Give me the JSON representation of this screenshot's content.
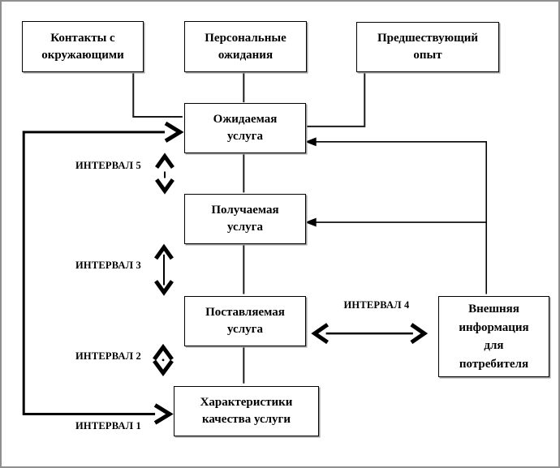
{
  "boxes": {
    "contacts": "Контакты с\nокружающими",
    "personal": "Персональные\nожидания",
    "previous": "Предшествующий\nопыт",
    "expected": "Ожидаемая\nуслуга",
    "received": "Получаемая\nуслуга",
    "delivered": "Поставляемая\nуслуга",
    "characteristics": "Характеристики\nкачества услуги",
    "external": "Внешняя\nинформация\nдля\nпотребителя"
  },
  "gaps": [
    {
      "label": "ИНТЕРВАЛ 5",
      "between": [
        "Ожидаемая услуга",
        "Получаемая услуга"
      ]
    },
    {
      "label": "ИНТЕРВАЛ 3",
      "between": [
        "Получаемая услуга",
        "Поставляемая услуга"
      ]
    },
    {
      "label": "ИНТЕРВАЛ 2",
      "between": [
        "Поставляемая услуга",
        "Характеристики качества услуги"
      ]
    },
    {
      "label": "ИНТЕРВАЛ 1",
      "between": [
        "Характеристики качества услуги",
        "Ожидаемая услуга"
      ]
    },
    {
      "label": "ИНТЕРВАЛ 4",
      "between": [
        "Поставляемая услуга",
        "Внешняя информация для потребителя"
      ]
    }
  ],
  "edges": [
    {
      "from": "contacts",
      "to": "expected",
      "type": "line"
    },
    {
      "from": "personal",
      "to": "expected",
      "type": "line"
    },
    {
      "from": "previous",
      "to": "expected",
      "type": "line"
    },
    {
      "from": "expected",
      "to": "received",
      "type": "line"
    },
    {
      "from": "received",
      "to": "delivered",
      "type": "line"
    },
    {
      "from": "delivered",
      "to": "characteristics",
      "type": "line"
    },
    {
      "from": "external",
      "to": "expected",
      "type": "arrow"
    },
    {
      "from": "external",
      "to": "received",
      "type": "arrow"
    },
    {
      "from": "characteristics-loop",
      "to": "expected",
      "type": "thick-double-arrow"
    },
    {
      "from": "delivered",
      "to": "external",
      "type": "double-arrow"
    }
  ],
  "colors": {
    "line": "#000000",
    "box_border": "#000000",
    "box_fill": "#ffffff",
    "shadow": "#9e9e9e",
    "frame_border": "#8f8f8f",
    "background": "#ffffff"
  }
}
